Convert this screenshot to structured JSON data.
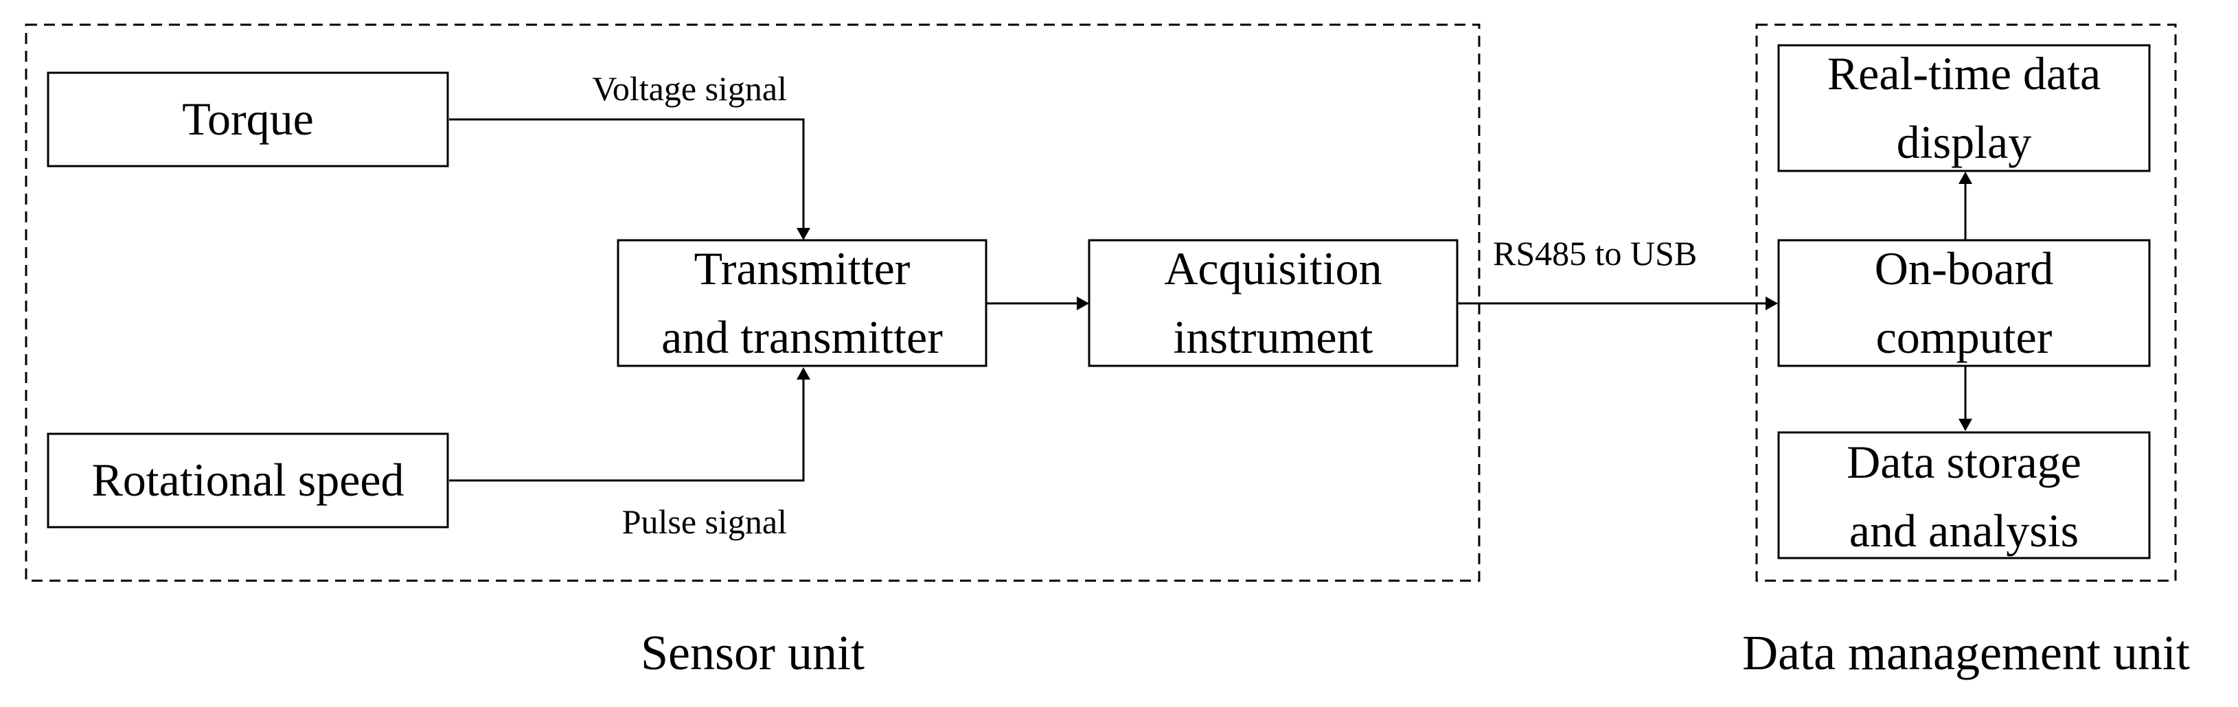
{
  "groups": {
    "sensor_unit": {
      "label": "Sensor unit"
    },
    "data_management_unit": {
      "label": "Data management unit"
    }
  },
  "nodes": {
    "torque": {
      "lines": [
        "Torque"
      ]
    },
    "rotational_speed": {
      "lines": [
        "Rotational speed"
      ]
    },
    "transmitter": {
      "lines": [
        "Transmitter",
        "and transmitter"
      ]
    },
    "acquisition": {
      "lines": [
        "Acquisition",
        "instrument"
      ]
    },
    "realtime_display": {
      "lines": [
        "Real-time data",
        "display"
      ]
    },
    "onboard_computer": {
      "lines": [
        "On-board",
        "computer"
      ]
    },
    "data_storage": {
      "lines": [
        "Data storage",
        "and analysis"
      ]
    }
  },
  "edges": {
    "voltage_signal": {
      "label": "Voltage signal"
    },
    "pulse_signal": {
      "label": "Pulse signal"
    },
    "rs485_usb": {
      "label": "RS485 to USB"
    }
  }
}
